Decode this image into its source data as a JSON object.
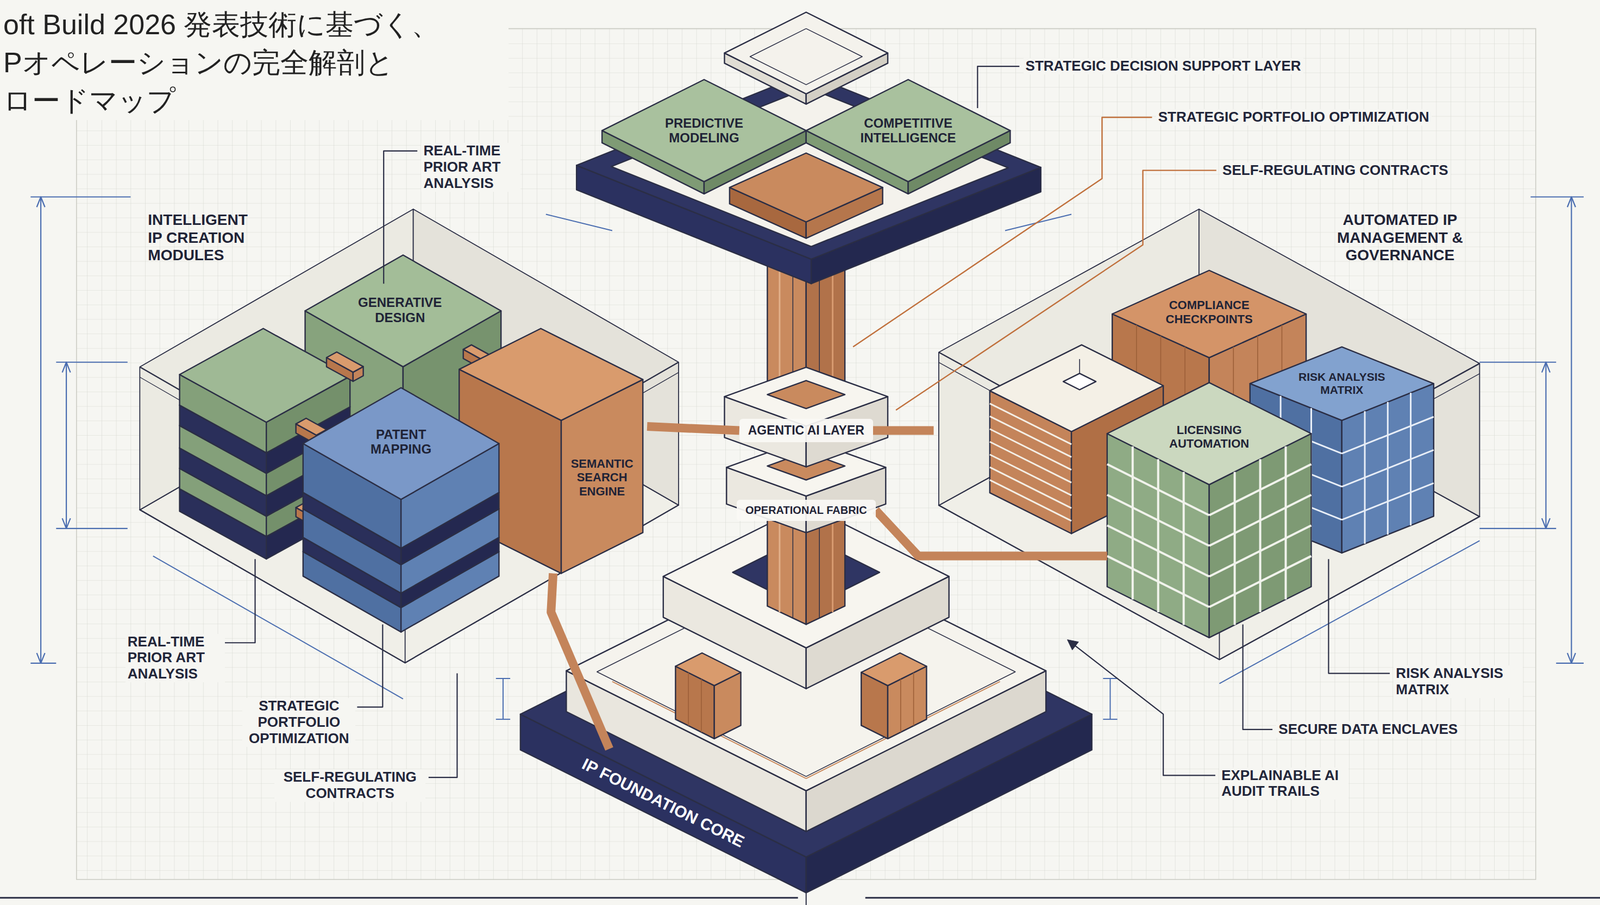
{
  "diagram": {
    "title": "oft Build 2026 発表技術に基づく、 Pオペレーションの完全解剖と ロードマップ",
    "nodes": [
      {
        "text": [
          "PREDICTIVE MODELING"
        ]
      },
      {
        "text": [
          "COMPETITIVE INTELLIGENCE"
        ]
      },
      {
        "text": [
          "INTELLIGENT IP CREATION MODULES"
        ]
      },
      {
        "text": [
          "GENERATIVE DESIGN"
        ],
        "in": 2
      },
      {
        "text": [
          "PATENT MAPPING"
        ],
        "in": 2
      },
      {
        "text": [
          "SEMANTIC SEARCH ENGINE"
        ],
        "in": 2
      },
      {
        "text": [
          "AGENTIC AI LAYER"
        ]
      },
      {
        "text": [
          "OPERATIONAL FABRIC"
        ]
      },
      {
        "text": [
          "AUTOMATED IP MANAGEMENT & GOVERNANCE"
        ]
      },
      {
        "text": [
          "COMPLIANCE CHECKPOINTS"
        ],
        "in": 8
      },
      {
        "text": [
          "RISK ANALYSIS MATRIX"
        ],
        "in": 8
      },
      {
        "text": [
          "LICENSING AUTOMATION"
        ],
        "in": 8
      },
      {
        "text": [
          "IP FOUNDATION CORE"
        ]
      }
    ],
    "edges": [
      {
        "from": 5,
        "to": 6,
        "arrow": "none"
      },
      {
        "from": 5,
        "to": 12,
        "arrow": "none"
      },
      {
        "from": 6,
        "to": 8,
        "arrow": "none"
      },
      {
        "from": 7,
        "to": 11,
        "arrow": "none"
      }
    ],
    "labels": [
      "REAL-TIME PRIOR ART ANALYSIS",
      "STRATEGIC DECISION SUPPORT LAYER",
      "STRATEGIC PORTFOLIO OPTIMIZATION",
      "SELF-REGULATING CONTRACTS",
      "REAL-TIME PRIOR ART ANALYSIS",
      "STRATEGIC PORTFOLIO OPTIMIZATION",
      "SELF-REGULATING CONTRACTS",
      "RISK ANALYSIS MATRIX",
      "SECURE DATA ENCLAVES",
      "EXPLAINABLE AI AUDIT TRAILS"
    ]
  }
}
